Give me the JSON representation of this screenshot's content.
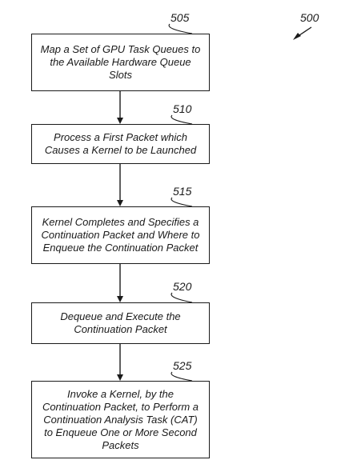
{
  "figure": {
    "number": "500"
  },
  "steps": [
    {
      "ref": "505",
      "lines": [
        "Map a Set of GPU Task Queues to",
        "the Available Hardware Queue",
        "Slots"
      ]
    },
    {
      "ref": "510",
      "lines": [
        "Process a First Packet which",
        "Causes a Kernel to be Launched"
      ]
    },
    {
      "ref": "515",
      "lines": [
        "Kernel Completes and Specifies a",
        "Continuation Packet and Where to",
        "Enqueue the Continuation Packet"
      ]
    },
    {
      "ref": "520",
      "lines": [
        "Dequeue and Execute the",
        "Continuation Packet"
      ]
    },
    {
      "ref": "525",
      "lines": [
        "Invoke a Kernel, by the",
        "Continuation Packet, to Perform a",
        "Continuation Analysis Task (CAT)",
        "to Enqueue One or More Second",
        "Packets"
      ]
    }
  ]
}
